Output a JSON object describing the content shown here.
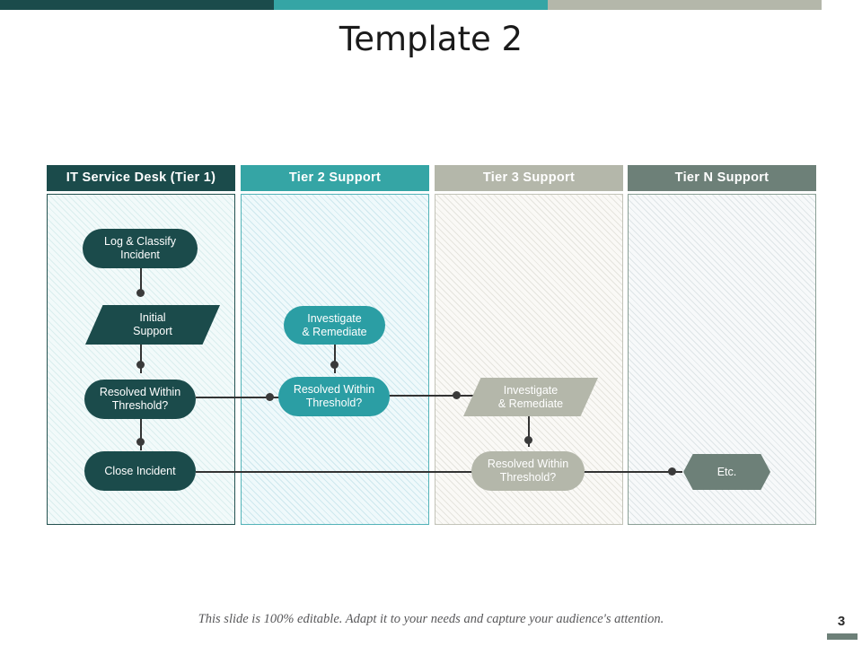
{
  "slide": {
    "title": "Template 2",
    "footer_note": "This slide is 100% editable. Adapt it to your needs and capture your audience's attention.",
    "page_number": "3"
  },
  "theme": {
    "dark_teal": "#1b4b4b",
    "teal": "#35a5a5",
    "warm_gray": "#b4b7aa",
    "sage": "#6d8078",
    "connector": "#333333"
  },
  "top_bar": {
    "segments": [
      {
        "name": "dark-teal",
        "color": "#1b4b4b"
      },
      {
        "name": "teal",
        "color": "#35a5a5"
      },
      {
        "name": "warm-gray",
        "color": "#b4b7aa"
      }
    ]
  },
  "lanes": [
    {
      "id": "tier1",
      "header": "IT Service Desk (Tier 1)",
      "header_color": "#1b4b4b",
      "nodes": [
        {
          "id": "log-classify-incident",
          "label": "Log & Classify\nIncident",
          "shape": "rounded",
          "color": "#1b4b4b"
        },
        {
          "id": "initial-support",
          "label": "Initial\nSupport",
          "shape": "parallelogram",
          "color": "#1b4b4b"
        },
        {
          "id": "resolved-within-threshold-1",
          "label": "Resolved  Within\nThreshold?",
          "shape": "rounded",
          "color": "#1b4b4b"
        },
        {
          "id": "close-incident",
          "label": "Close Incident",
          "shape": "rounded",
          "color": "#1b4b4b"
        }
      ]
    },
    {
      "id": "tier2",
      "header": "Tier 2 Support",
      "header_color": "#35a5a5",
      "nodes": [
        {
          "id": "investigate-remediate-2",
          "label": "Investigate\n& Remediate",
          "shape": "rounded",
          "color": "#2b9ea4"
        },
        {
          "id": "resolved-within-threshold-2",
          "label": "Resolved  Within\nThreshold?",
          "shape": "rounded",
          "color": "#2b9ea4"
        }
      ]
    },
    {
      "id": "tier3",
      "header": "Tier 3 Support",
      "header_color": "#b4b7aa",
      "nodes": [
        {
          "id": "investigate-remediate-3",
          "label": "Investigate\n& Remediate",
          "shape": "parallelogram",
          "color": "#b4b7aa"
        },
        {
          "id": "resolved-within-threshold-3",
          "label": "Resolved  Within\nThreshold?",
          "shape": "rounded",
          "color": "#b4b7aa"
        }
      ]
    },
    {
      "id": "tierN",
      "header": "Tier N Support",
      "header_color": "#6d8078",
      "nodes": [
        {
          "id": "etc",
          "label": "Etc.",
          "shape": "hexagon",
          "color": "#6d8078"
        }
      ]
    }
  ]
}
